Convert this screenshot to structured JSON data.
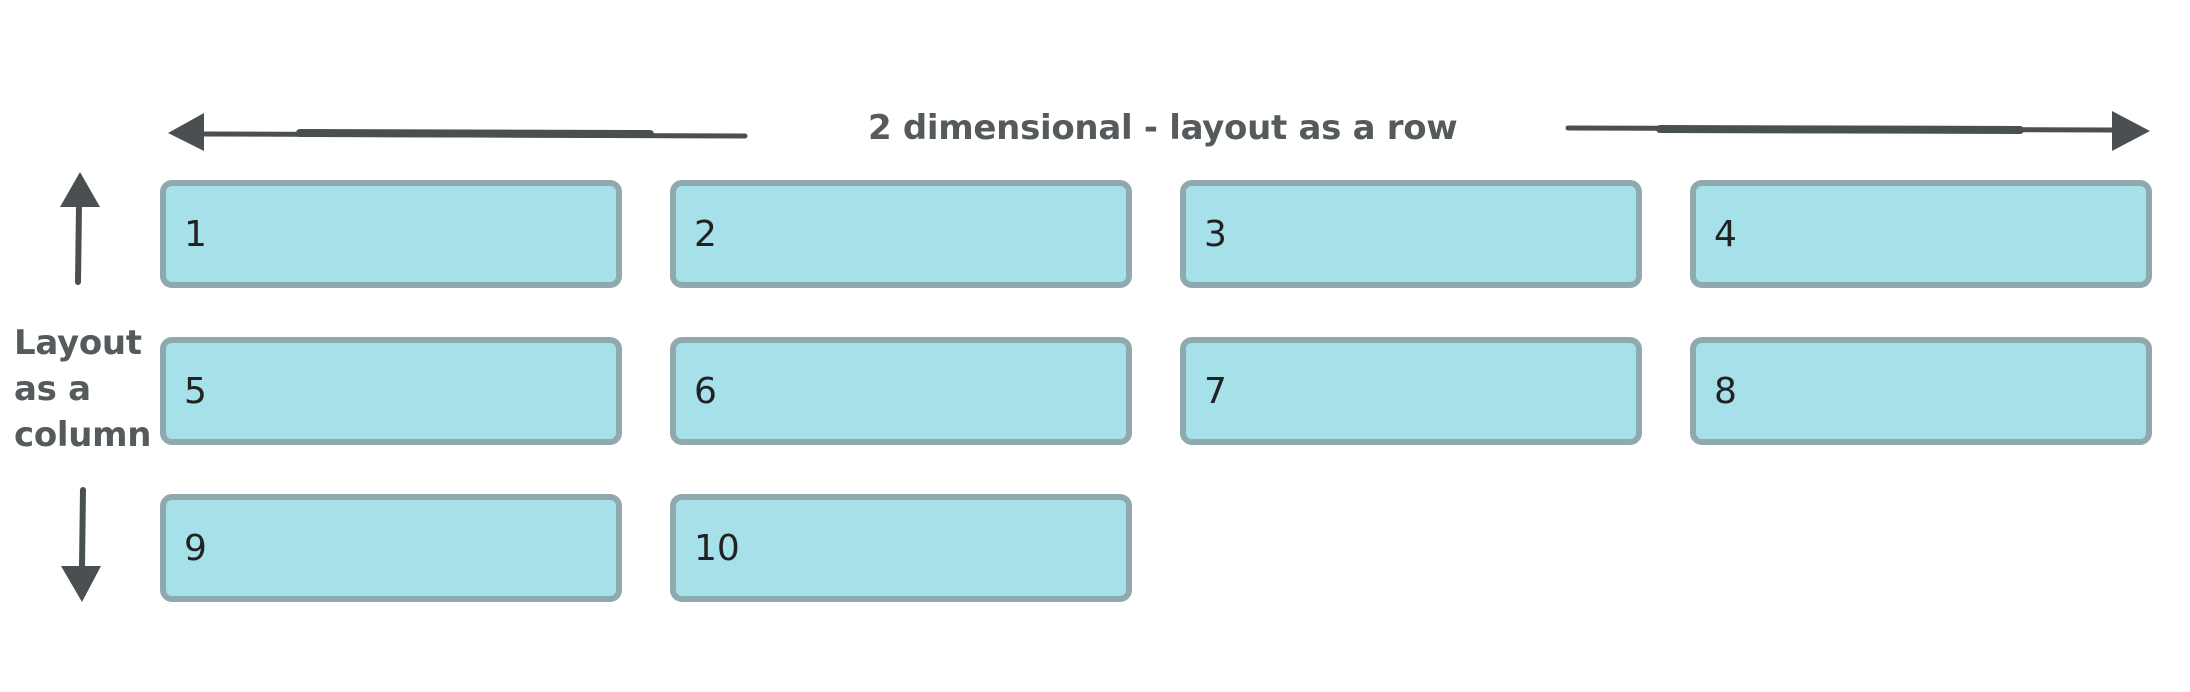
{
  "diagram": {
    "row_label": "2 dimensional - layout as a row",
    "column_label": [
      "Layout",
      "as a",
      "column"
    ],
    "items": [
      "1",
      "2",
      "3",
      "4",
      "5",
      "6",
      "7",
      "8",
      "9",
      "10"
    ],
    "colors": {
      "item_fill": "#a6e0e8",
      "item_border": "#8fa9af",
      "arrow": "#4a5052",
      "label_text": "#555b5d"
    }
  }
}
